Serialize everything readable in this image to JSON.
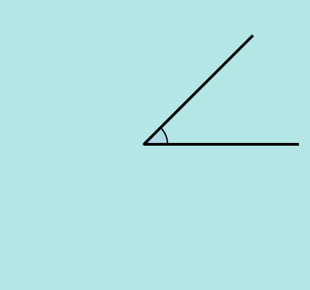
{
  "diagram": {
    "type": "angle",
    "angle_degrees": 45,
    "rays": [
      "horizontal",
      "diagonal-up-right"
    ],
    "angle_marker": "arc",
    "colors": {
      "background": "#b3e6e4",
      "ray_stroke": "#000000",
      "angle_fill": "#add8e6"
    }
  }
}
